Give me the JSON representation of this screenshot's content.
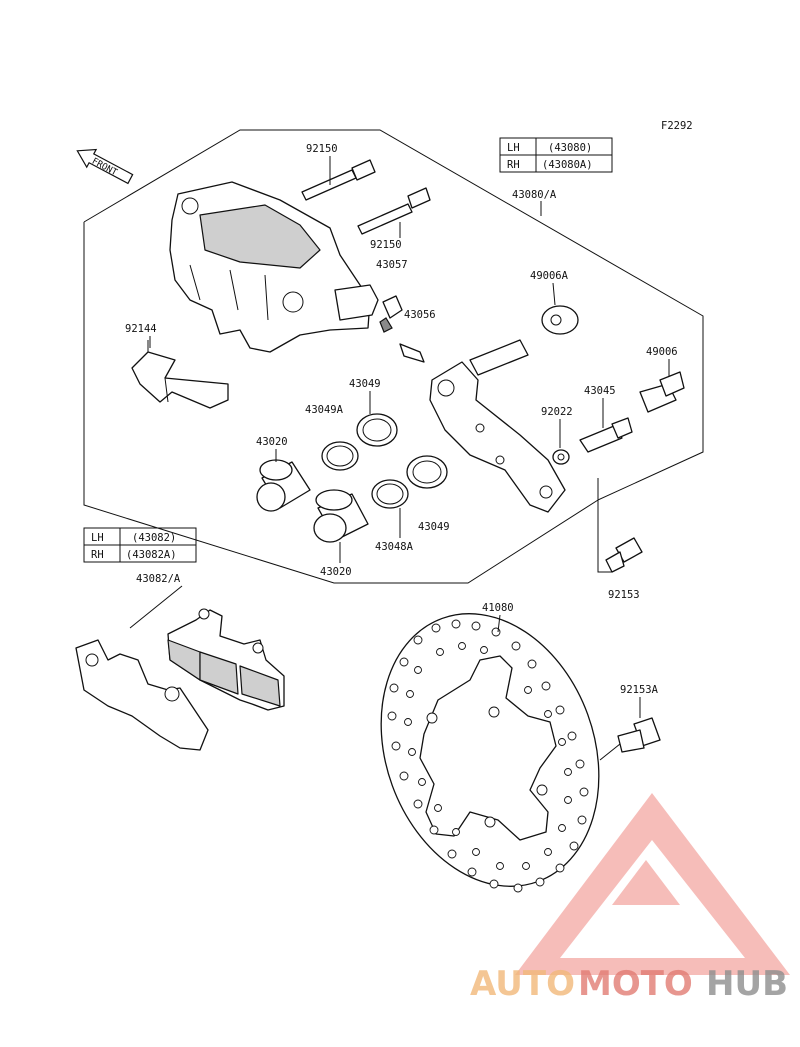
{
  "diagram": {
    "code": "F2292",
    "front_arrow": "FRONT",
    "labels": {
      "l92150a": "92150",
      "l92150b": "92150",
      "l43057": "43057",
      "l43080": "43080/A",
      "l49006a": "49006A",
      "l43056": "43056",
      "l49006": "49006",
      "l43045": "43045",
      "l92022": "92022",
      "l92144": "92144",
      "l43049a": "43049",
      "l43049A": "43049A",
      "l43020a": "43020",
      "l43049b": "43049",
      "l43048A": "43048A",
      "l43020b": "43020",
      "l92153": "92153",
      "l43082": "43082/A",
      "l41080": "41080",
      "l92153A": "92153A"
    },
    "table_caliper": {
      "rows": [
        {
          "side": "LH",
          "part": "(43080)"
        },
        {
          "side": "RH",
          "part": "(43080A)"
        }
      ]
    },
    "table_pads": {
      "rows": [
        {
          "side": "LH",
          "part": "(43082)"
        },
        {
          "side": "RH",
          "part": "(43082A)"
        }
      ]
    }
  },
  "watermark": {
    "part1": "AUTO",
    "part2": "MOTO",
    "part3": "HUB"
  }
}
